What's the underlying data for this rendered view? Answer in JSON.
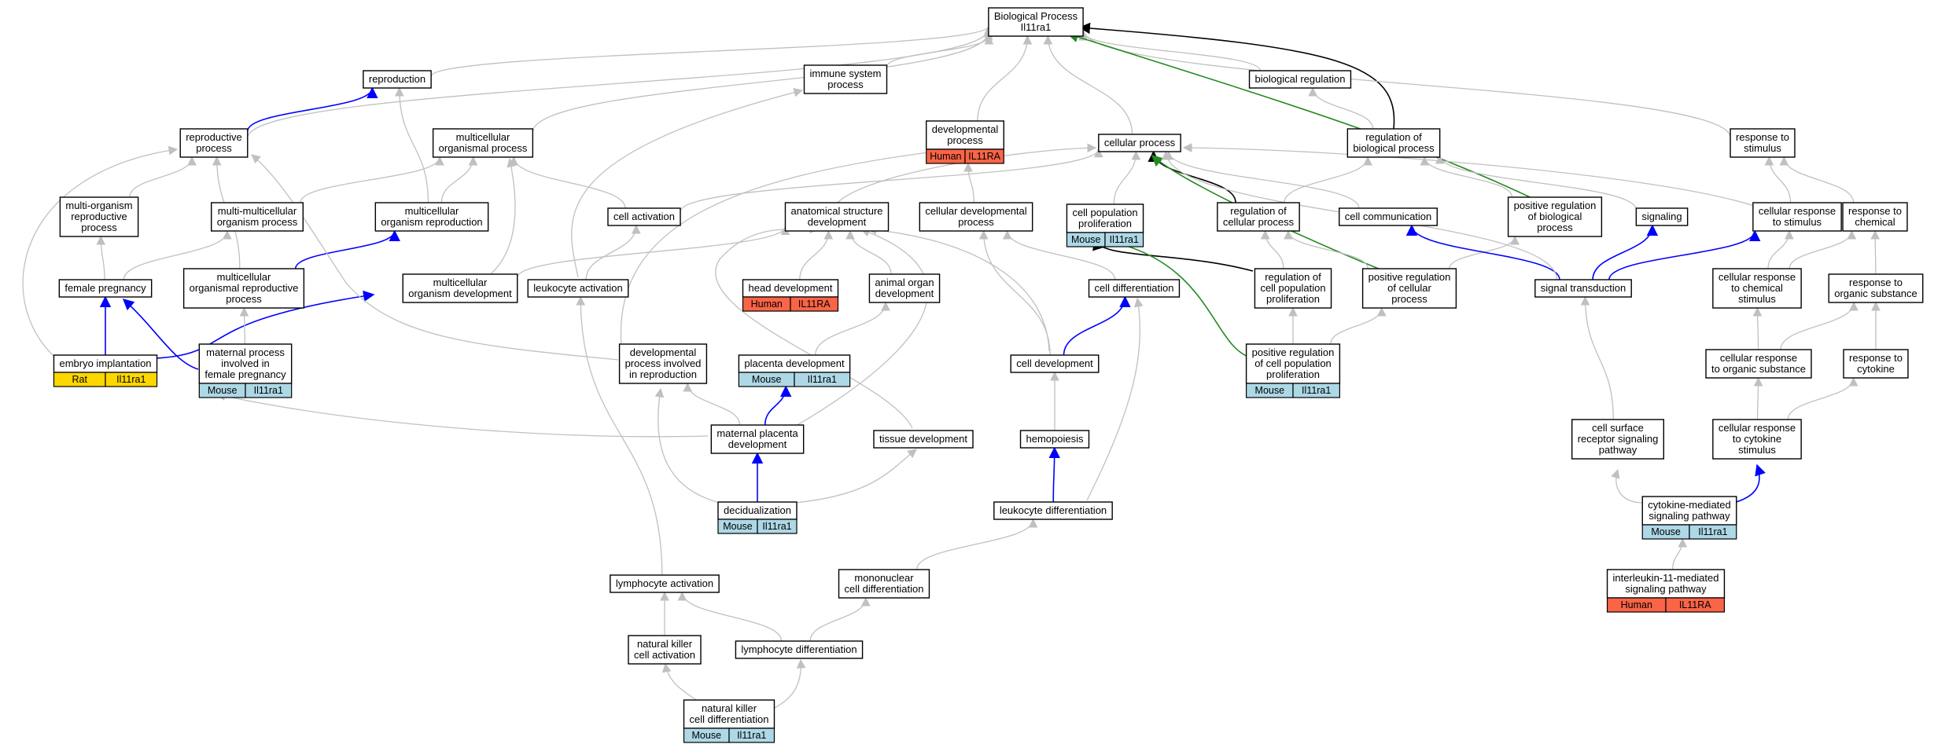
{
  "title": "Biological Process",
  "colors": {
    "gray": "#c0c0c0",
    "blue": "#0000ff",
    "green": "#228b22",
    "black": "#000000",
    "Human": "#fa6447",
    "Mouse": "#add8e6",
    "Rat": "#ffd700"
  },
  "nodes": [
    {
      "id": "bp",
      "lines": [
        "Biological Process",
        "Il11ra1"
      ]
    },
    {
      "id": "repro",
      "lines": [
        "reproduction"
      ]
    },
    {
      "id": "immune",
      "lines": [
        "immune system",
        "process"
      ]
    },
    {
      "id": "bioreg",
      "lines": [
        "biological regulation"
      ]
    },
    {
      "id": "devproc",
      "lines": [
        "developmental",
        "process"
      ],
      "species": [
        [
          "Human",
          "IL11RA"
        ]
      ]
    },
    {
      "id": "reprodproc",
      "lines": [
        "reproductive",
        "process"
      ]
    },
    {
      "id": "multiorgproc",
      "lines": [
        "multicellular",
        "organismal process"
      ]
    },
    {
      "id": "cellproc",
      "lines": [
        "cellular process"
      ]
    },
    {
      "id": "regbio",
      "lines": [
        "regulation of",
        "biological process"
      ]
    },
    {
      "id": "respstim",
      "lines": [
        "response to",
        "stimulus"
      ]
    },
    {
      "id": "multiorgrepro",
      "lines": [
        "multi-organism",
        "reproductive",
        "process"
      ]
    },
    {
      "id": "multimulti",
      "lines": [
        "multi-multicellular",
        "organism process"
      ]
    },
    {
      "id": "mcorgrepro",
      "lines": [
        "multicellular",
        "organism reproduction"
      ]
    },
    {
      "id": "cellact",
      "lines": [
        "cell activation"
      ]
    },
    {
      "id": "anatdev",
      "lines": [
        "anatomical structure",
        "development"
      ]
    },
    {
      "id": "celldevproc",
      "lines": [
        "cellular developmental",
        "process"
      ]
    },
    {
      "id": "cellpopprolif",
      "lines": [
        "cell population",
        "proliferation"
      ],
      "species": [
        [
          "Mouse",
          "Il11ra1"
        ]
      ]
    },
    {
      "id": "regcellproc",
      "lines": [
        "regulation of",
        "cellular process"
      ]
    },
    {
      "id": "cellcomm",
      "lines": [
        "cell communication"
      ]
    },
    {
      "id": "posregbio",
      "lines": [
        "positive regulation",
        "of biological",
        "process"
      ]
    },
    {
      "id": "signaling",
      "lines": [
        "signaling"
      ]
    },
    {
      "id": "cellrespstim",
      "lines": [
        "cellular response",
        "to stimulus"
      ]
    },
    {
      "id": "respchem",
      "lines": [
        "response to",
        "chemical"
      ]
    },
    {
      "id": "femalepreg",
      "lines": [
        "female pregnancy"
      ]
    },
    {
      "id": "mcorgreproproc",
      "lines": [
        "multicellular",
        "organismal reproductive",
        "process"
      ]
    },
    {
      "id": "mcorgdev",
      "lines": [
        "multicellular",
        "organism development"
      ]
    },
    {
      "id": "leukact",
      "lines": [
        "leukocyte activation"
      ]
    },
    {
      "id": "headdev",
      "lines": [
        "head development"
      ],
      "species": [
        [
          "Human",
          "IL11RA"
        ]
      ]
    },
    {
      "id": "animalorgan",
      "lines": [
        "animal organ",
        "development"
      ]
    },
    {
      "id": "celldiff",
      "lines": [
        "cell differentiation"
      ]
    },
    {
      "id": "regcellpop",
      "lines": [
        "regulation of",
        "cell population",
        "proliferation"
      ]
    },
    {
      "id": "posregcell",
      "lines": [
        "positive regulation",
        "of cellular",
        "process"
      ]
    },
    {
      "id": "signaltrans",
      "lines": [
        "signal transduction"
      ]
    },
    {
      "id": "cellrespchem",
      "lines": [
        "cellular response",
        "to chemical",
        "stimulus"
      ]
    },
    {
      "id": "resporg",
      "lines": [
        "response to",
        "organic substance"
      ]
    },
    {
      "id": "embryoimp",
      "lines": [
        "embryo implantation"
      ],
      "species": [
        [
          "Rat",
          "Il11ra1"
        ]
      ]
    },
    {
      "id": "maternalproc",
      "lines": [
        "maternal process",
        "involved in",
        "female pregnancy"
      ],
      "species": [
        [
          "Mouse",
          "Il11ra1"
        ]
      ]
    },
    {
      "id": "devprocrepro",
      "lines": [
        "developmental",
        "process involved",
        "in reproduction"
      ]
    },
    {
      "id": "placentadev",
      "lines": [
        "placenta development"
      ],
      "species": [
        [
          "Mouse",
          "Il11ra1"
        ]
      ]
    },
    {
      "id": "celldev",
      "lines": [
        "cell development"
      ]
    },
    {
      "id": "posregcellpop",
      "lines": [
        "positive regulation",
        "of cell population",
        "proliferation"
      ],
      "species": [
        [
          "Mouse",
          "Il11ra1"
        ]
      ]
    },
    {
      "id": "cellresporg",
      "lines": [
        "cellular response",
        "to organic substance"
      ]
    },
    {
      "id": "respcyto",
      "lines": [
        "response to",
        "cytokine"
      ]
    },
    {
      "id": "matplacenta",
      "lines": [
        "maternal placenta",
        "development"
      ]
    },
    {
      "id": "tissuedev",
      "lines": [
        "tissue development"
      ]
    },
    {
      "id": "hemopoiesis",
      "lines": [
        "hemopoiesis"
      ]
    },
    {
      "id": "cellsurface",
      "lines": [
        "cell surface",
        "receptor signaling",
        "pathway"
      ]
    },
    {
      "id": "cellrespcyto",
      "lines": [
        "cellular response",
        "to cytokine",
        "stimulus"
      ]
    },
    {
      "id": "decidual",
      "lines": [
        "decidualization"
      ],
      "species": [
        [
          "Mouse",
          "Il11ra1"
        ]
      ]
    },
    {
      "id": "leukdiff",
      "lines": [
        "leukocyte differentiation"
      ]
    },
    {
      "id": "cytokinepath",
      "lines": [
        "cytokine-mediated",
        "signaling pathway"
      ],
      "species": [
        [
          "Mouse",
          "Il11ra1"
        ]
      ]
    },
    {
      "id": "lymphact",
      "lines": [
        "lymphocyte activation"
      ]
    },
    {
      "id": "mononuc",
      "lines": [
        "mononuclear",
        "cell differentiation"
      ]
    },
    {
      "id": "il11path",
      "lines": [
        "interleukin-11-mediated",
        "signaling pathway"
      ],
      "species": [
        [
          "Human",
          "IL11RA"
        ]
      ]
    },
    {
      "id": "nkact",
      "lines": [
        "natural killer",
        "cell activation"
      ]
    },
    {
      "id": "lymphdiff",
      "lines": [
        "lymphocyte differentiation"
      ]
    },
    {
      "id": "nkdiff",
      "lines": [
        "natural killer",
        "cell differentiation"
      ],
      "species": [
        [
          "Mouse",
          "Il11ra1"
        ]
      ]
    }
  ],
  "edges": [
    {
      "from": "repro",
      "to": "bp",
      "kind": "gray"
    },
    {
      "from": "immune",
      "to": "bp",
      "kind": "gray"
    },
    {
      "from": "bioreg",
      "to": "bp",
      "kind": "gray"
    },
    {
      "from": "devproc",
      "to": "bp",
      "kind": "gray"
    },
    {
      "from": "cellproc",
      "to": "bp",
      "kind": "gray"
    },
    {
      "from": "regbio",
      "to": "bp",
      "kind": "black"
    },
    {
      "from": "respstim",
      "to": "bp",
      "kind": "gray"
    },
    {
      "from": "reprodproc",
      "to": "bp",
      "kind": "gray"
    },
    {
      "from": "multiorgproc",
      "to": "bp",
      "kind": "gray"
    },
    {
      "from": "posregbio",
      "to": "bp",
      "kind": "green"
    },
    {
      "from": "reprodproc",
      "to": "repro",
      "kind": "blue"
    },
    {
      "from": "regbio",
      "to": "bioreg",
      "kind": "gray"
    },
    {
      "from": "multiorgrepro",
      "to": "reprodproc",
      "kind": "gray"
    },
    {
      "from": "mcorgreproproc",
      "to": "reprodproc",
      "kind": "gray"
    },
    {
      "from": "multimulti",
      "to": "multiorgproc",
      "kind": "gray"
    },
    {
      "from": "mcorgrepro",
      "to": "multiorgproc",
      "kind": "gray"
    },
    {
      "from": "cellact",
      "to": "multiorgproc",
      "kind": "gray"
    },
    {
      "from": "mcorgdev",
      "to": "multiorgproc",
      "kind": "gray"
    },
    {
      "from": "mcorgrepro",
      "to": "repro",
      "kind": "gray"
    },
    {
      "from": "celldevproc",
      "to": "devproc",
      "kind": "gray"
    },
    {
      "from": "cellact",
      "to": "cellproc",
      "kind": "gray"
    },
    {
      "from": "cellpopprolif",
      "to": "cellproc",
      "kind": "gray"
    },
    {
      "from": "regcellproc",
      "to": "cellproc",
      "kind": "black"
    },
    {
      "from": "cellcomm",
      "to": "cellproc",
      "kind": "gray"
    },
    {
      "from": "cellrespstim",
      "to": "cellproc",
      "kind": "gray"
    },
    {
      "from": "posregcell",
      "to": "cellproc",
      "kind": "green"
    },
    {
      "from": "regcellproc",
      "to": "regbio",
      "kind": "gray"
    },
    {
      "from": "posregbio",
      "to": "regbio",
      "kind": "gray"
    },
    {
      "from": "signaling",
      "to": "regbio",
      "kind": "gray"
    },
    {
      "from": "cellrespstim",
      "to": "respstim",
      "kind": "gray"
    },
    {
      "from": "respchem",
      "to": "respstim",
      "kind": "gray"
    },
    {
      "from": "femalepreg",
      "to": "multiorgrepro",
      "kind": "gray"
    },
    {
      "from": "femalepreg",
      "to": "multimulti",
      "kind": "gray"
    },
    {
      "from": "mcorgreproproc",
      "to": "mcorgrepro",
      "kind": "blue"
    },
    {
      "from": "leukact",
      "to": "cellact",
      "kind": "gray"
    },
    {
      "from": "headdev",
      "to": "anatdev",
      "kind": "gray"
    },
    {
      "from": "animalorgan",
      "to": "anatdev",
      "kind": "gray"
    },
    {
      "from": "mcorgdev",
      "to": "anatdev",
      "kind": "gray"
    },
    {
      "from": "celldiff",
      "to": "celldevproc",
      "kind": "gray"
    },
    {
      "from": "regcellpop",
      "to": "cellpopprolif",
      "kind": "black"
    },
    {
      "from": "posregcellpop",
      "to": "cellpopprolif",
      "kind": "green"
    },
    {
      "from": "regcellpop",
      "to": "regcellproc",
      "kind": "gray"
    },
    {
      "from": "posregcell",
      "to": "regcellproc",
      "kind": "gray"
    },
    {
      "from": "posregcell",
      "to": "posregbio",
      "kind": "gray"
    },
    {
      "from": "signaltrans",
      "to": "cellcomm",
      "kind": "blue"
    },
    {
      "from": "signaltrans",
      "to": "signaling",
      "kind": "blue"
    },
    {
      "from": "signaltrans",
      "to": "cellrespstim",
      "kind": "blue"
    },
    {
      "from": "signaltrans",
      "to": "cellproc",
      "kind": "gray"
    },
    {
      "from": "cellrespchem",
      "to": "cellrespstim",
      "kind": "gray"
    },
    {
      "from": "cellrespchem",
      "to": "respchem",
      "kind": "gray"
    },
    {
      "from": "resporg",
      "to": "respchem",
      "kind": "gray"
    },
    {
      "from": "embryoimp",
      "to": "femalepreg",
      "kind": "blue"
    },
    {
      "from": "embryoimp",
      "to": "mcorgdev",
      "kind": "blue"
    },
    {
      "from": "embryoimp",
      "to": "reprodproc",
      "kind": "gray"
    },
    {
      "from": "maternalproc",
      "to": "femalepreg",
      "kind": "blue"
    },
    {
      "from": "maternalproc",
      "to": "mcorgreproproc",
      "kind": "gray"
    },
    {
      "from": "devprocrepro",
      "to": "reprodproc",
      "kind": "gray"
    },
    {
      "from": "devprocrepro",
      "to": "devproc",
      "kind": "gray"
    },
    {
      "from": "placentadev",
      "to": "animalorgan",
      "kind": "gray"
    },
    {
      "from": "celldev",
      "to": "celldiff",
      "kind": "blue"
    },
    {
      "from": "celldev",
      "to": "anatdev",
      "kind": "gray"
    },
    {
      "from": "celldev",
      "to": "celldevproc",
      "kind": "gray"
    },
    {
      "from": "posregcellpop",
      "to": "regcellpop",
      "kind": "gray"
    },
    {
      "from": "posregcellpop",
      "to": "posregcell",
      "kind": "gray"
    },
    {
      "from": "cellresporg",
      "to": "cellrespchem",
      "kind": "gray"
    },
    {
      "from": "cellresporg",
      "to": "resporg",
      "kind": "gray"
    },
    {
      "from": "respcyto",
      "to": "resporg",
      "kind": "gray"
    },
    {
      "from": "matplacenta",
      "to": "placentadev",
      "kind": "blue"
    },
    {
      "from": "matplacenta",
      "to": "maternalproc",
      "kind": "gray"
    },
    {
      "from": "matplacenta",
      "to": "devprocrepro",
      "kind": "gray"
    },
    {
      "from": "matplacenta",
      "to": "anatdev",
      "kind": "gray"
    },
    {
      "from": "tissuedev",
      "to": "anatdev",
      "kind": "gray"
    },
    {
      "from": "hemopoiesis",
      "to": "celldev",
      "kind": "gray"
    },
    {
      "from": "cellsurface",
      "to": "signaltrans",
      "kind": "gray"
    },
    {
      "from": "cellrespcyto",
      "to": "cellresporg",
      "kind": "gray"
    },
    {
      "from": "cellrespcyto",
      "to": "respcyto",
      "kind": "gray"
    },
    {
      "from": "decidual",
      "to": "matplacenta",
      "kind": "blue"
    },
    {
      "from": "decidual",
      "to": "devprocrepro",
      "kind": "gray"
    },
    {
      "from": "decidual",
      "to": "tissuedev",
      "kind": "gray"
    },
    {
      "from": "leukdiff",
      "to": "hemopoiesis",
      "kind": "blue"
    },
    {
      "from": "leukdiff",
      "to": "celldiff",
      "kind": "gray"
    },
    {
      "from": "cytokinepath",
      "to": "cellrespcyto",
      "kind": "blue"
    },
    {
      "from": "cytokinepath",
      "to": "cellsurface",
      "kind": "gray"
    },
    {
      "from": "lymphact",
      "to": "leukact",
      "kind": "gray"
    },
    {
      "from": "mononuc",
      "to": "leukdiff",
      "kind": "gray"
    },
    {
      "from": "il11path",
      "to": "cytokinepath",
      "kind": "gray"
    },
    {
      "from": "nkact",
      "to": "lymphact",
      "kind": "gray"
    },
    {
      "from": "lymphdiff",
      "to": "lymphact",
      "kind": "gray"
    },
    {
      "from": "lymphdiff",
      "to": "mononuc",
      "kind": "gray"
    },
    {
      "from": "nkdiff",
      "to": "nkact",
      "kind": "gray"
    },
    {
      "from": "nkdiff",
      "to": "lymphdiff",
      "kind": "gray"
    },
    {
      "from": "leukact",
      "to": "immune",
      "kind": "gray"
    },
    {
      "from": "anatdev",
      "to": "cellproc",
      "kind": "gray"
    }
  ]
}
